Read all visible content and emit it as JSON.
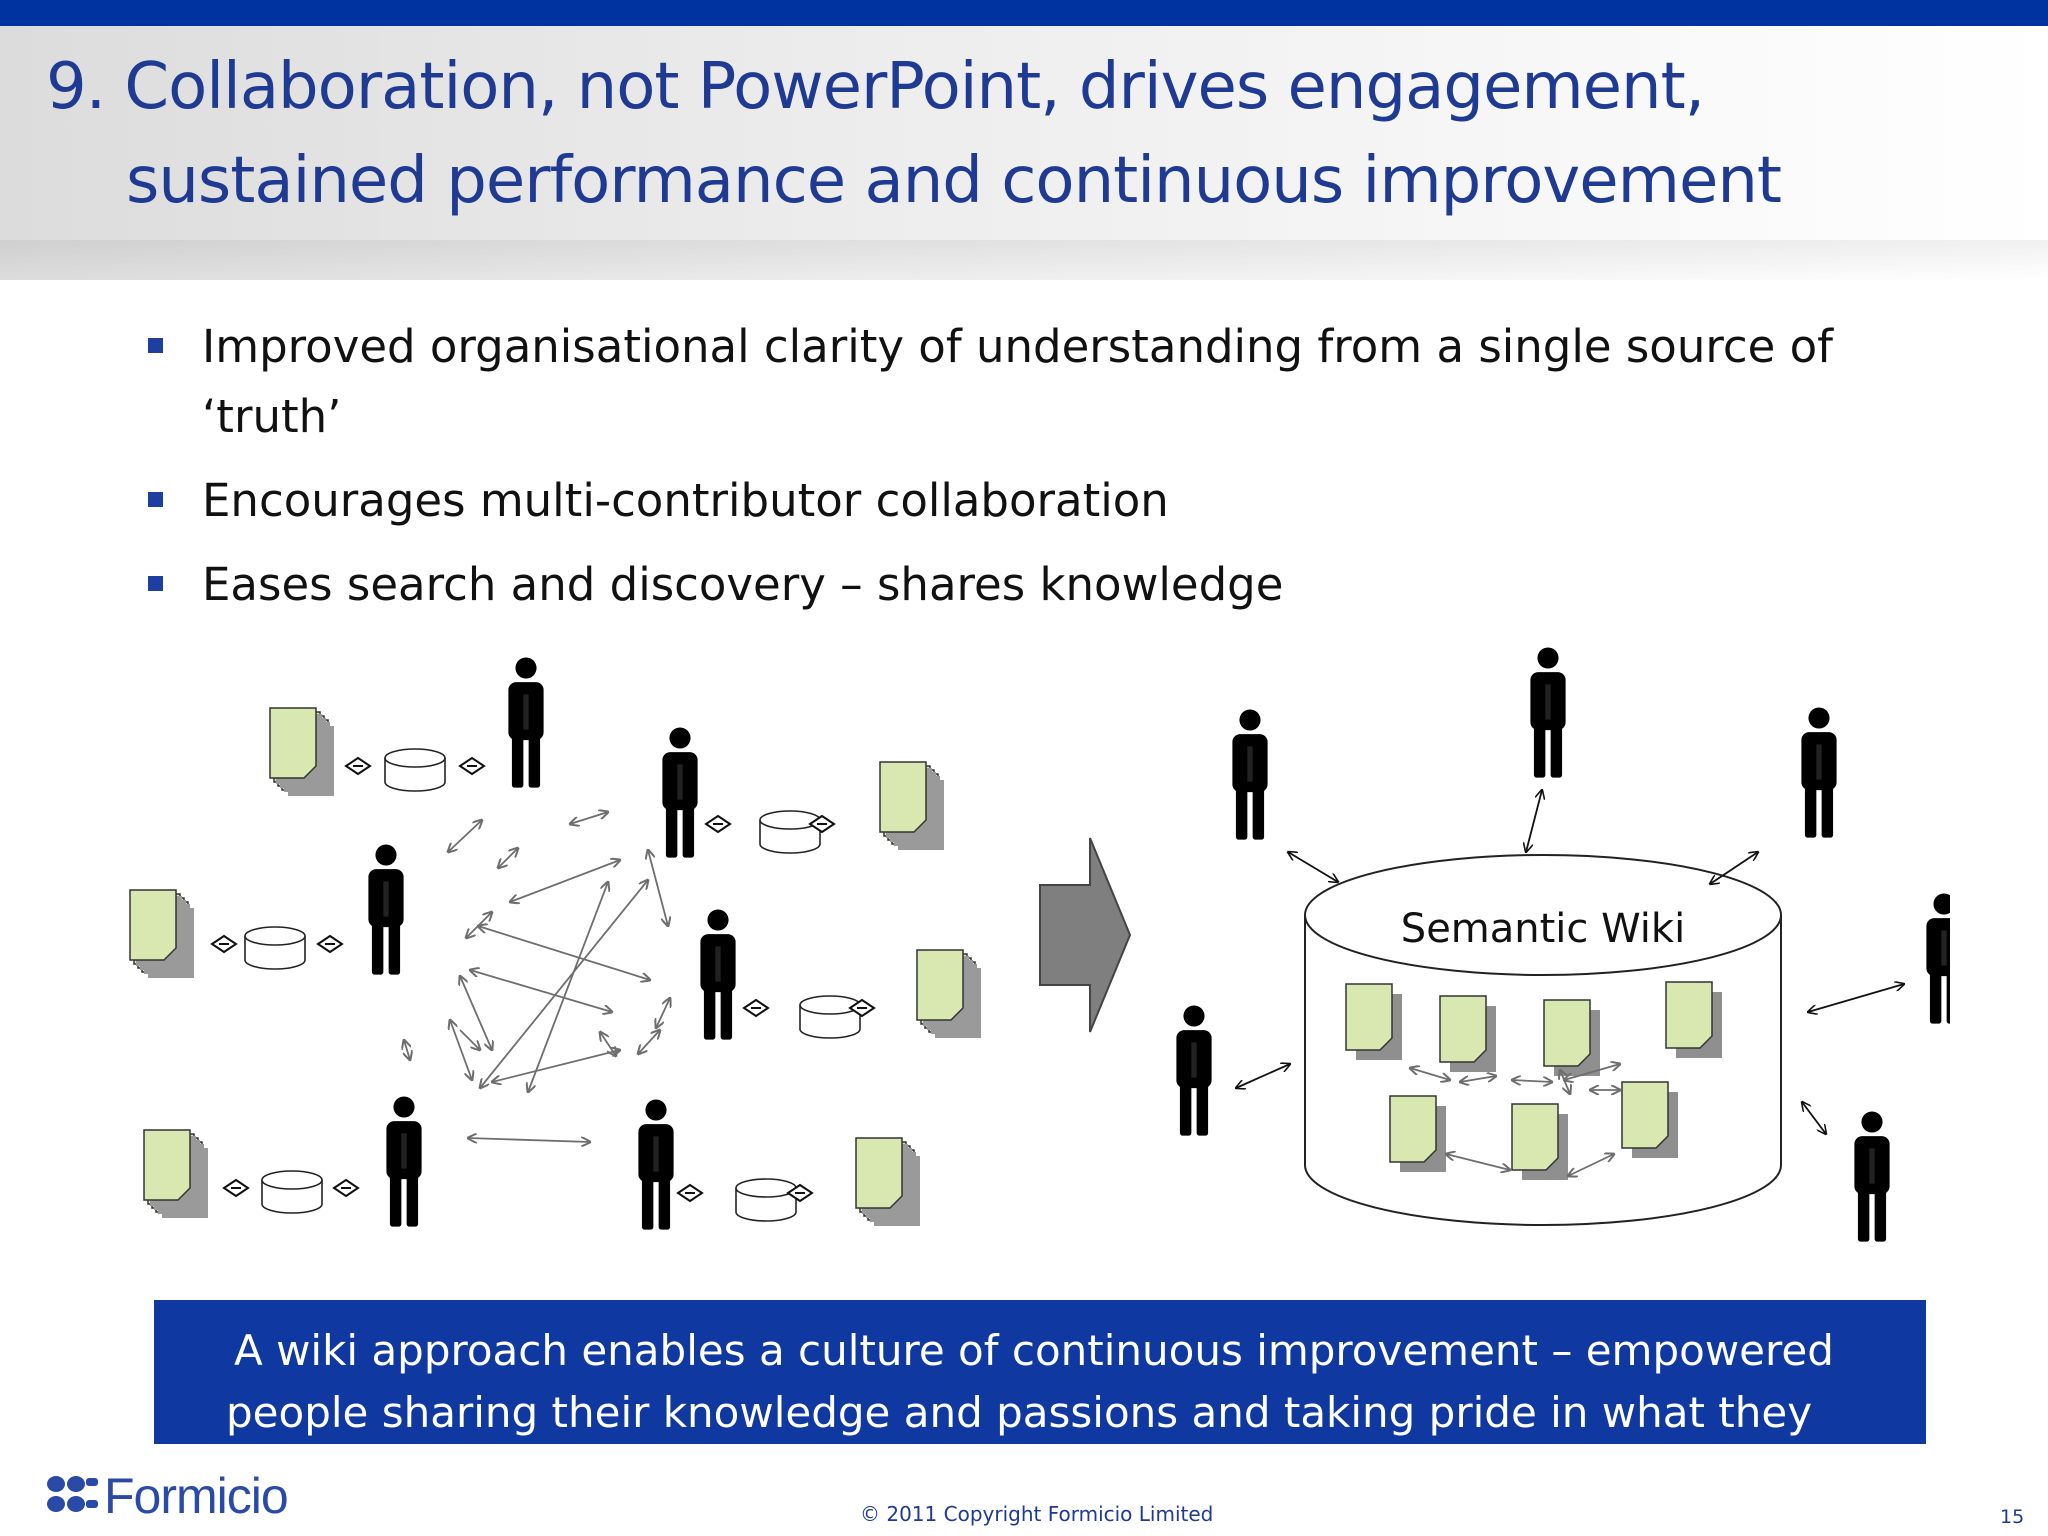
{
  "title": {
    "line1": "9. Collaboration, not PowerPoint, drives engagement,",
    "line2": "sustained performance and continuous improvement"
  },
  "bullets": [
    "Improved organisational clarity of understanding from a single source of ‘truth’",
    "Encourages multi-contributor collaboration",
    "Eases search and discovery – shares knowledge"
  ],
  "diagram": {
    "wiki_label": "Semantic Wiki",
    "doc_color": "#d8e8b0",
    "person_color": "#000000",
    "arrow_color": "#8a8a8a"
  },
  "banner": {
    "line1": "A wiki approach enables a culture of continuous improvement – empowered",
    "line2": "people sharing their knowledge and passions and taking pride in what they do."
  },
  "footer": {
    "logo_text": "Formicio",
    "copyright": "© 2011 Copyright Formicio Limited",
    "page_number": "15"
  },
  "colors": {
    "title": "#1f3a93",
    "top_bar": "#0033a0",
    "banner": "#0f38a0"
  }
}
